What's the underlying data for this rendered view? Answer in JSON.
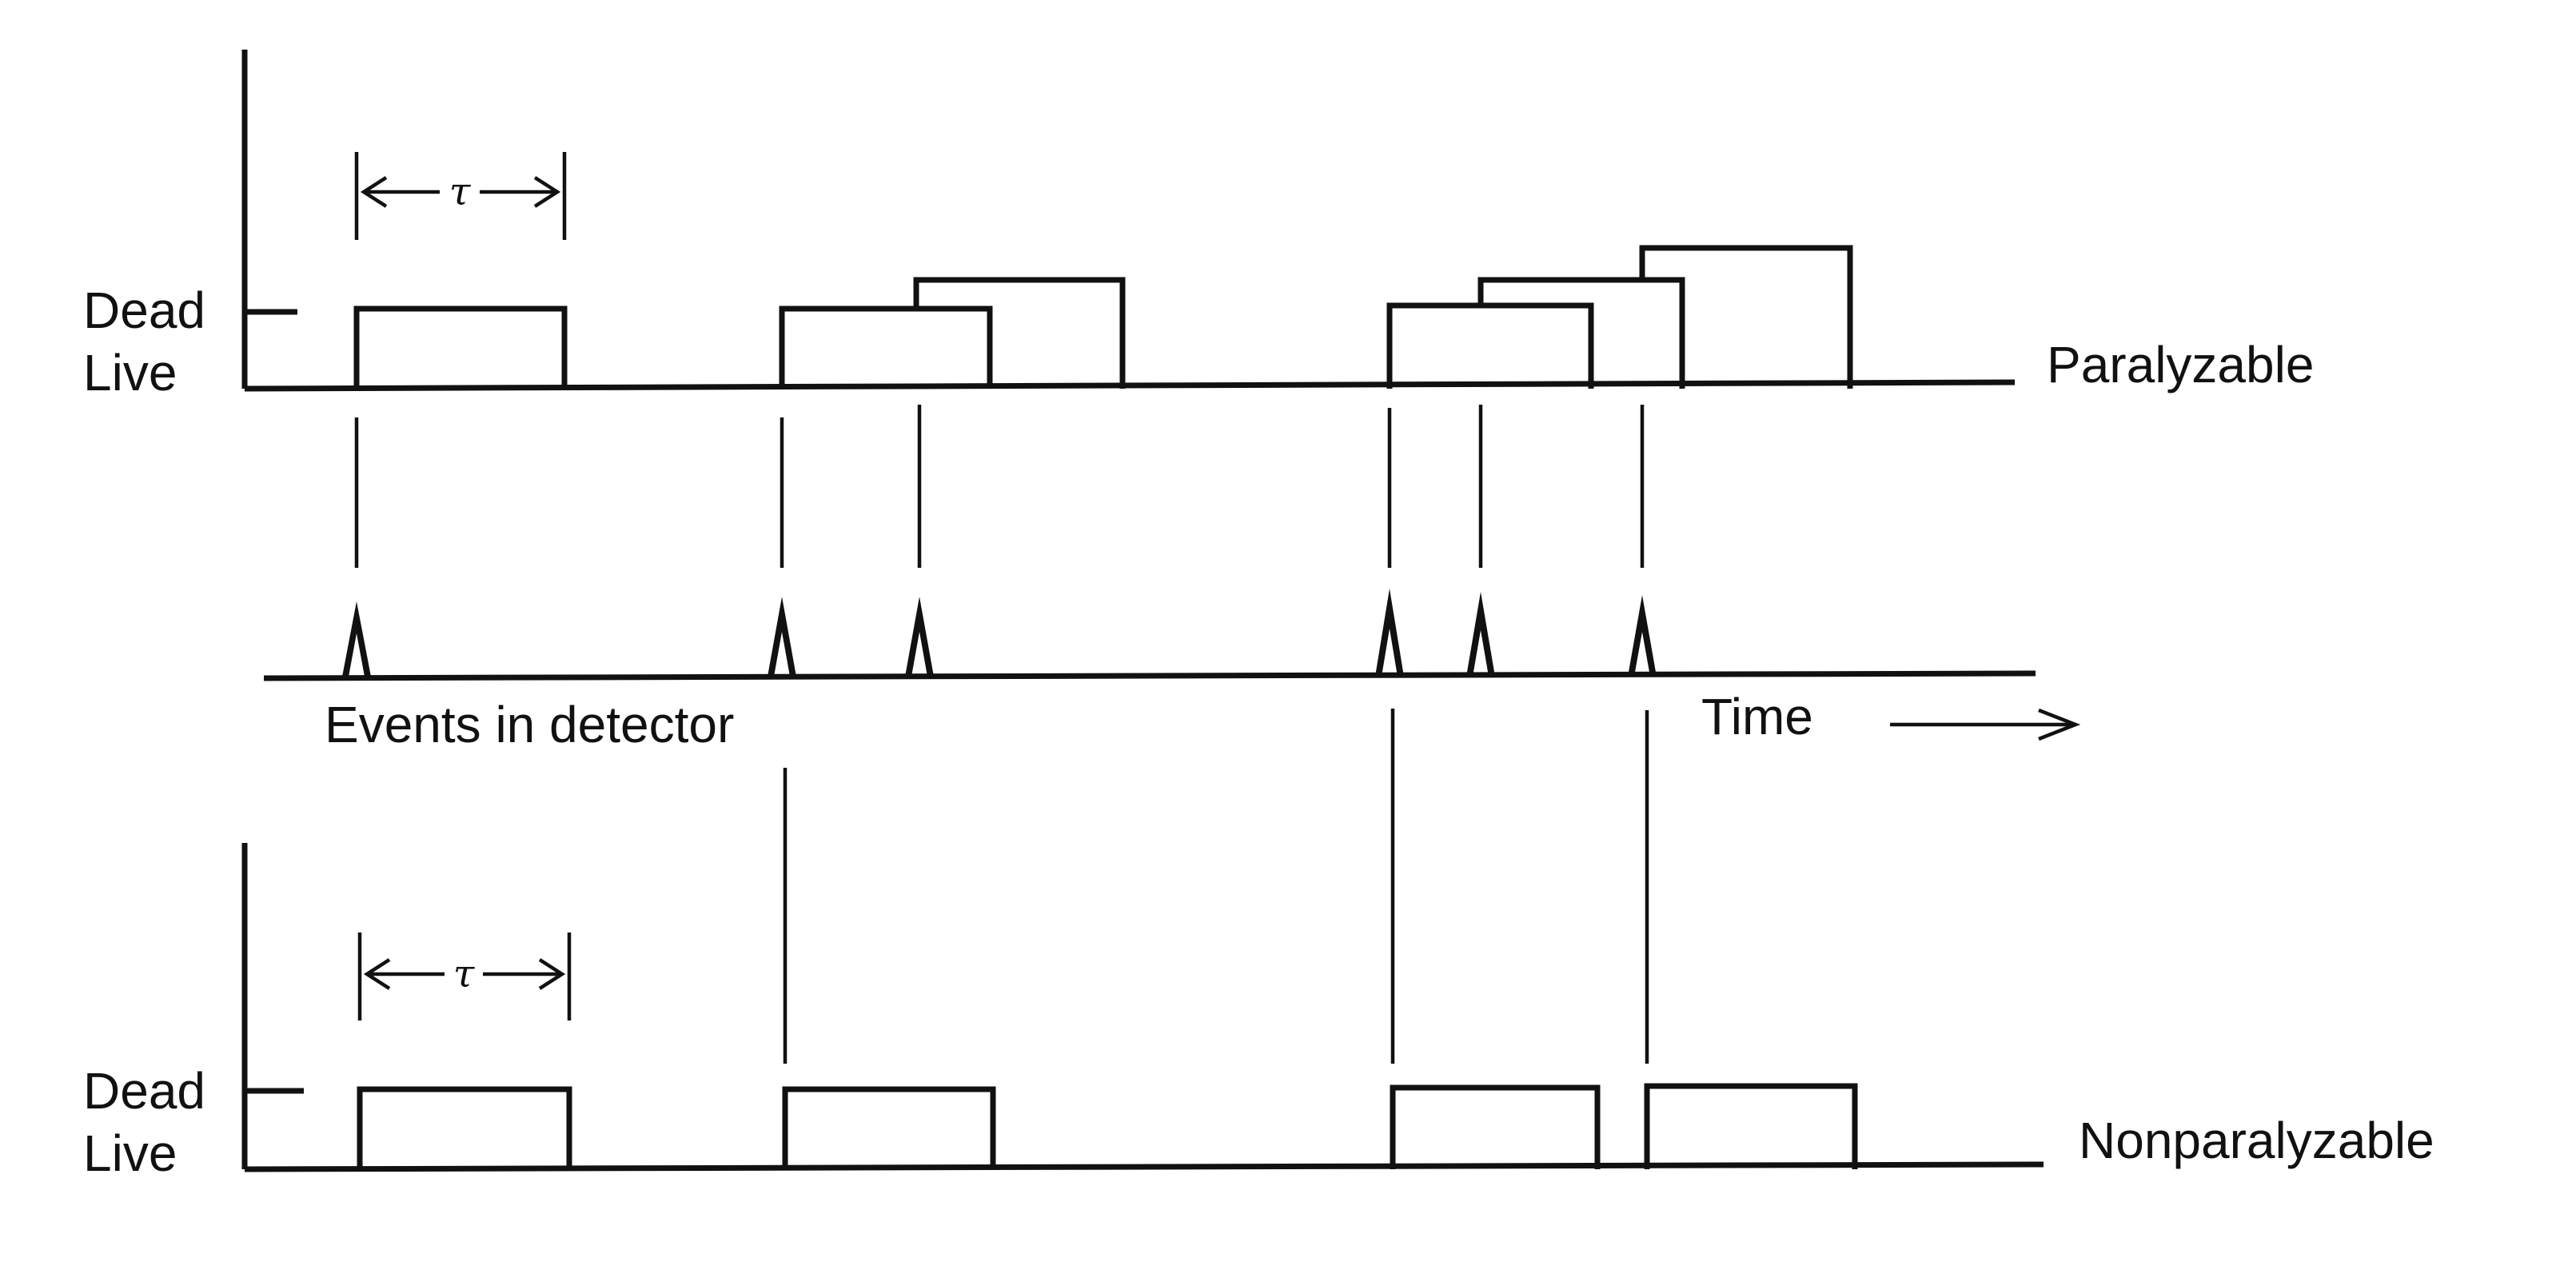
{
  "top": {
    "dead_label": "Dead",
    "live_label": "Live",
    "tau_label": "τ",
    "mode_label": "Paralyzable"
  },
  "middle": {
    "events_label": "Events in detector",
    "time_label": "Time"
  },
  "bottom": {
    "dead_label": "Dead",
    "live_label": "Live",
    "tau_label": "τ",
    "mode_label": "Nonparalyzable"
  }
}
